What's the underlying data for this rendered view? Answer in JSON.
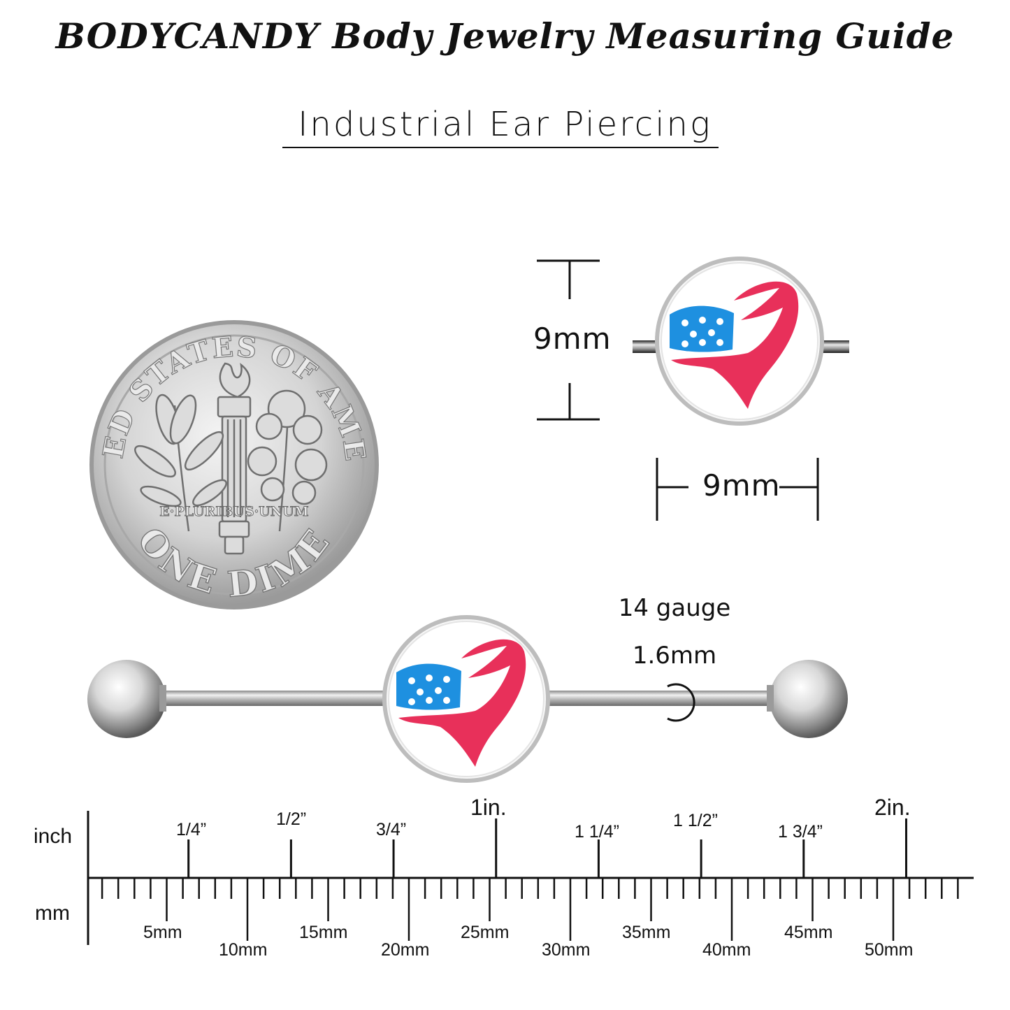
{
  "header": {
    "title": "BODYCANDY Body Jewelry Measuring Guide",
    "subtitle": "Industrial Ear Piercing"
  },
  "dime": {
    "top_text": "UNITED STATES OF AMERICA",
    "motto": "E·PLURIBUS·UNUM",
    "bottom_text": "ONE DIME"
  },
  "dimensions": {
    "height_label": "9mm",
    "width_label": "9mm",
    "gauge_label": "14 gauge",
    "gauge_mm": "1.6mm"
  },
  "ruler": {
    "inch_axis_label": "inch",
    "mm_axis_label": "mm",
    "inch_marks": [
      "1/4”",
      "1/2”",
      "3/4”",
      "1in.",
      "1 1/4”",
      "1 1/2”",
      "1 3/4”",
      "2in."
    ],
    "mm_marks": [
      "5mm",
      "10mm",
      "15mm",
      "20mm",
      "25mm",
      "30mm",
      "35mm",
      "40mm",
      "45mm",
      "50mm"
    ]
  },
  "colors": {
    "flag_blue": "#1e90e0",
    "flag_red": "#e8305a",
    "ink": "#111111",
    "silver": "#c8c8c8"
  }
}
